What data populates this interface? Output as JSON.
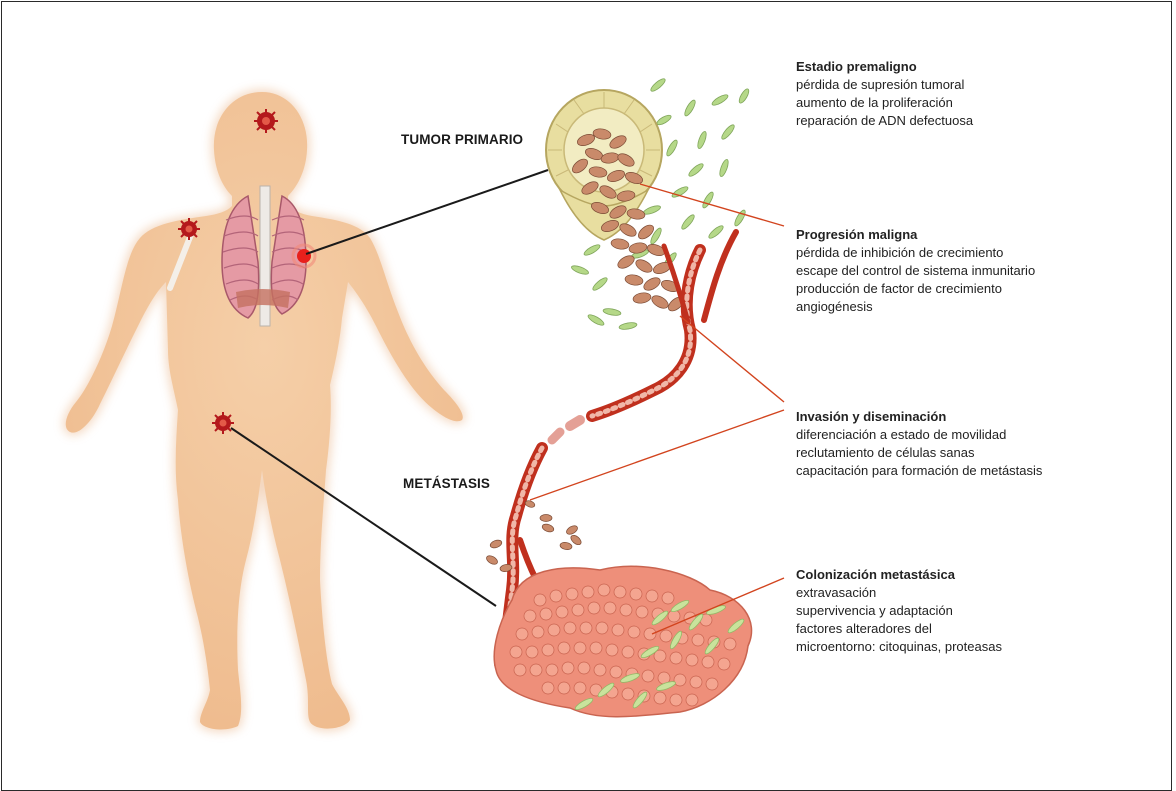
{
  "labels": {
    "primary_tumor": "TUMOR PRIMARIO",
    "metastasis": "METÁSTASIS"
  },
  "stages": [
    {
      "title": "Estadio premaligno",
      "lines": [
        "pérdida de supresión tumoral",
        "aumento de la proliferación",
        "reparación de ADN defectuosa"
      ]
    },
    {
      "title": "Progresión maligna",
      "lines": [
        "pérdida de inhibición de crecimiento",
        "escape del control de sistema inmunitario",
        "producción de factor de crecimiento",
        "angiogénesis"
      ]
    },
    {
      "title": "Invasión y diseminación",
      "lines": [
        "diferenciación a estado de movilidad",
        "reclutamiento de células sanas",
        "capacitación para formación de metástasis"
      ]
    },
    {
      "title": "Colonización metastásica",
      "lines": [
        "extravasación",
        "supervivencia y adaptación",
        "factores alteradores del",
        "microentorno: citoquinas, proteasas"
      ]
    }
  ],
  "colors": {
    "body": "#f2c39a",
    "body_outline": "#e0a477",
    "tumor_cell": "#c98a6a",
    "metastasis_cell": "#ee8f7a",
    "immune_cell": "#b8d98c",
    "vessel": "#c0301e",
    "leader_line": "#d2441e"
  }
}
